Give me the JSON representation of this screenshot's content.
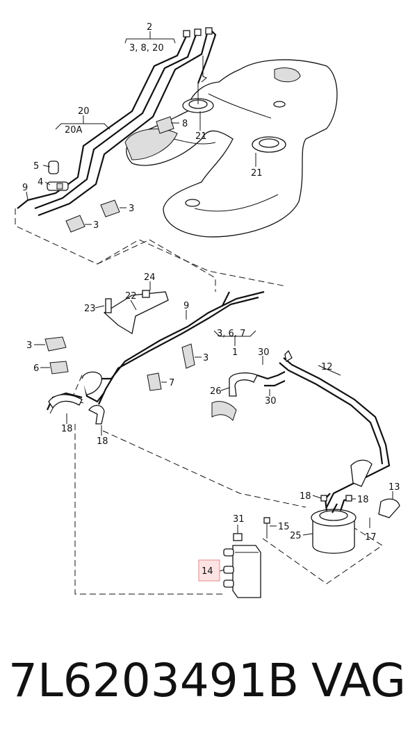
{
  "labels": {
    "l2": "2",
    "l3_8_20": "3, 8, 20",
    "l20": "20",
    "l20A": "20A",
    "l8": "8",
    "l21a": "21",
    "l21b": "21",
    "l5": "5",
    "l4": "4",
    "l9a": "9",
    "l3a": "3",
    "l3b": "3",
    "l24": "24",
    "l22": "22",
    "l23": "23",
    "l9b": "9",
    "l3_6_7": "3, 6, 7",
    "l1": "1",
    "l3c": "3",
    "l6": "6",
    "l3d": "3",
    "l7": "7",
    "l30a": "30",
    "l12": "12",
    "l26": "26",
    "l30b": "30",
    "l18a": "18",
    "l18b": "18",
    "l18c": "18",
    "l18d": "18",
    "l13": "13",
    "l31": "31",
    "l15": "15",
    "l25": "25",
    "l17": "17",
    "l14": "14"
  },
  "footer": {
    "part_number": "7L6203491B",
    "brand": "VAG"
  },
  "colors": {
    "highlight": "#fde3e3",
    "highlight_border": "#e58b8b"
  }
}
